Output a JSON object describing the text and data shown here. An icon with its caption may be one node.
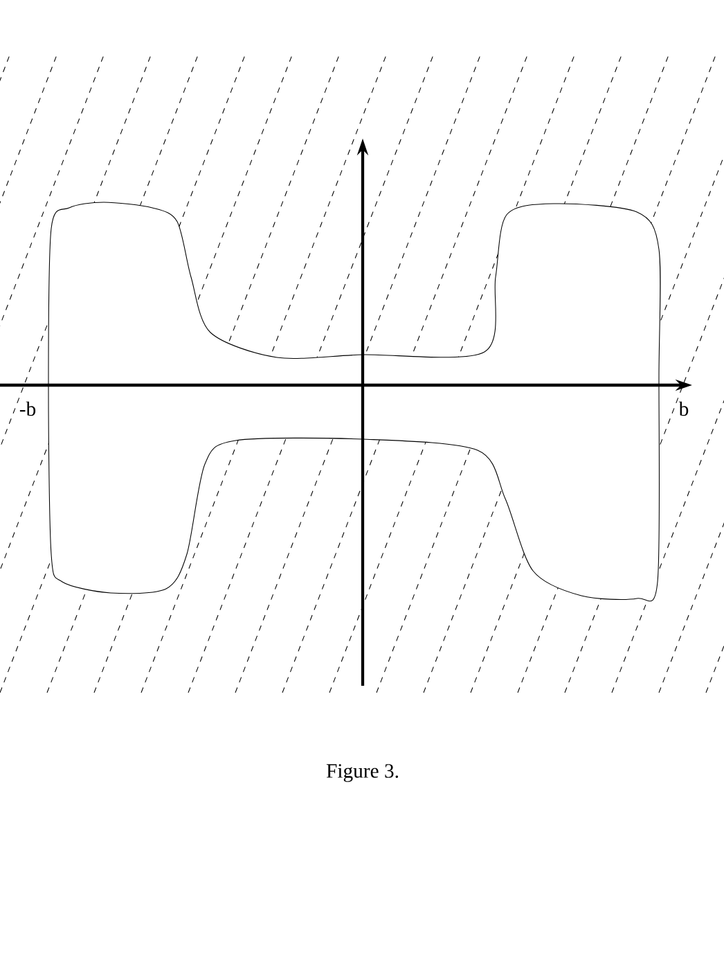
{
  "diagram": {
    "caption": "Figure 3.",
    "labels": [
      "-b",
      "b"
    ]
  }
}
